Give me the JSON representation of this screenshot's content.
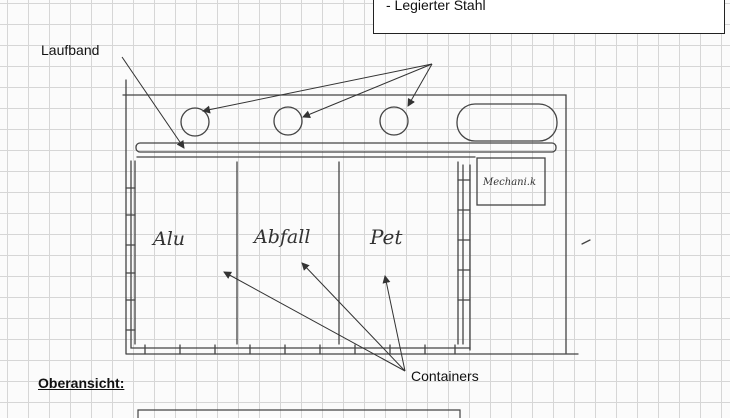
{
  "material_box": {
    "item": "- Legierter Stahl"
  },
  "labels": {
    "laufband": "Laufband",
    "containers": "Containers",
    "oberansicht": "Oberansicht:"
  },
  "sketch": {
    "bins": [
      "Alu",
      "Abfall",
      "Pet"
    ],
    "mechanik": "Mechani.k"
  },
  "colors": {
    "pencil": "#333333",
    "grid": "#d6d6d6"
  }
}
